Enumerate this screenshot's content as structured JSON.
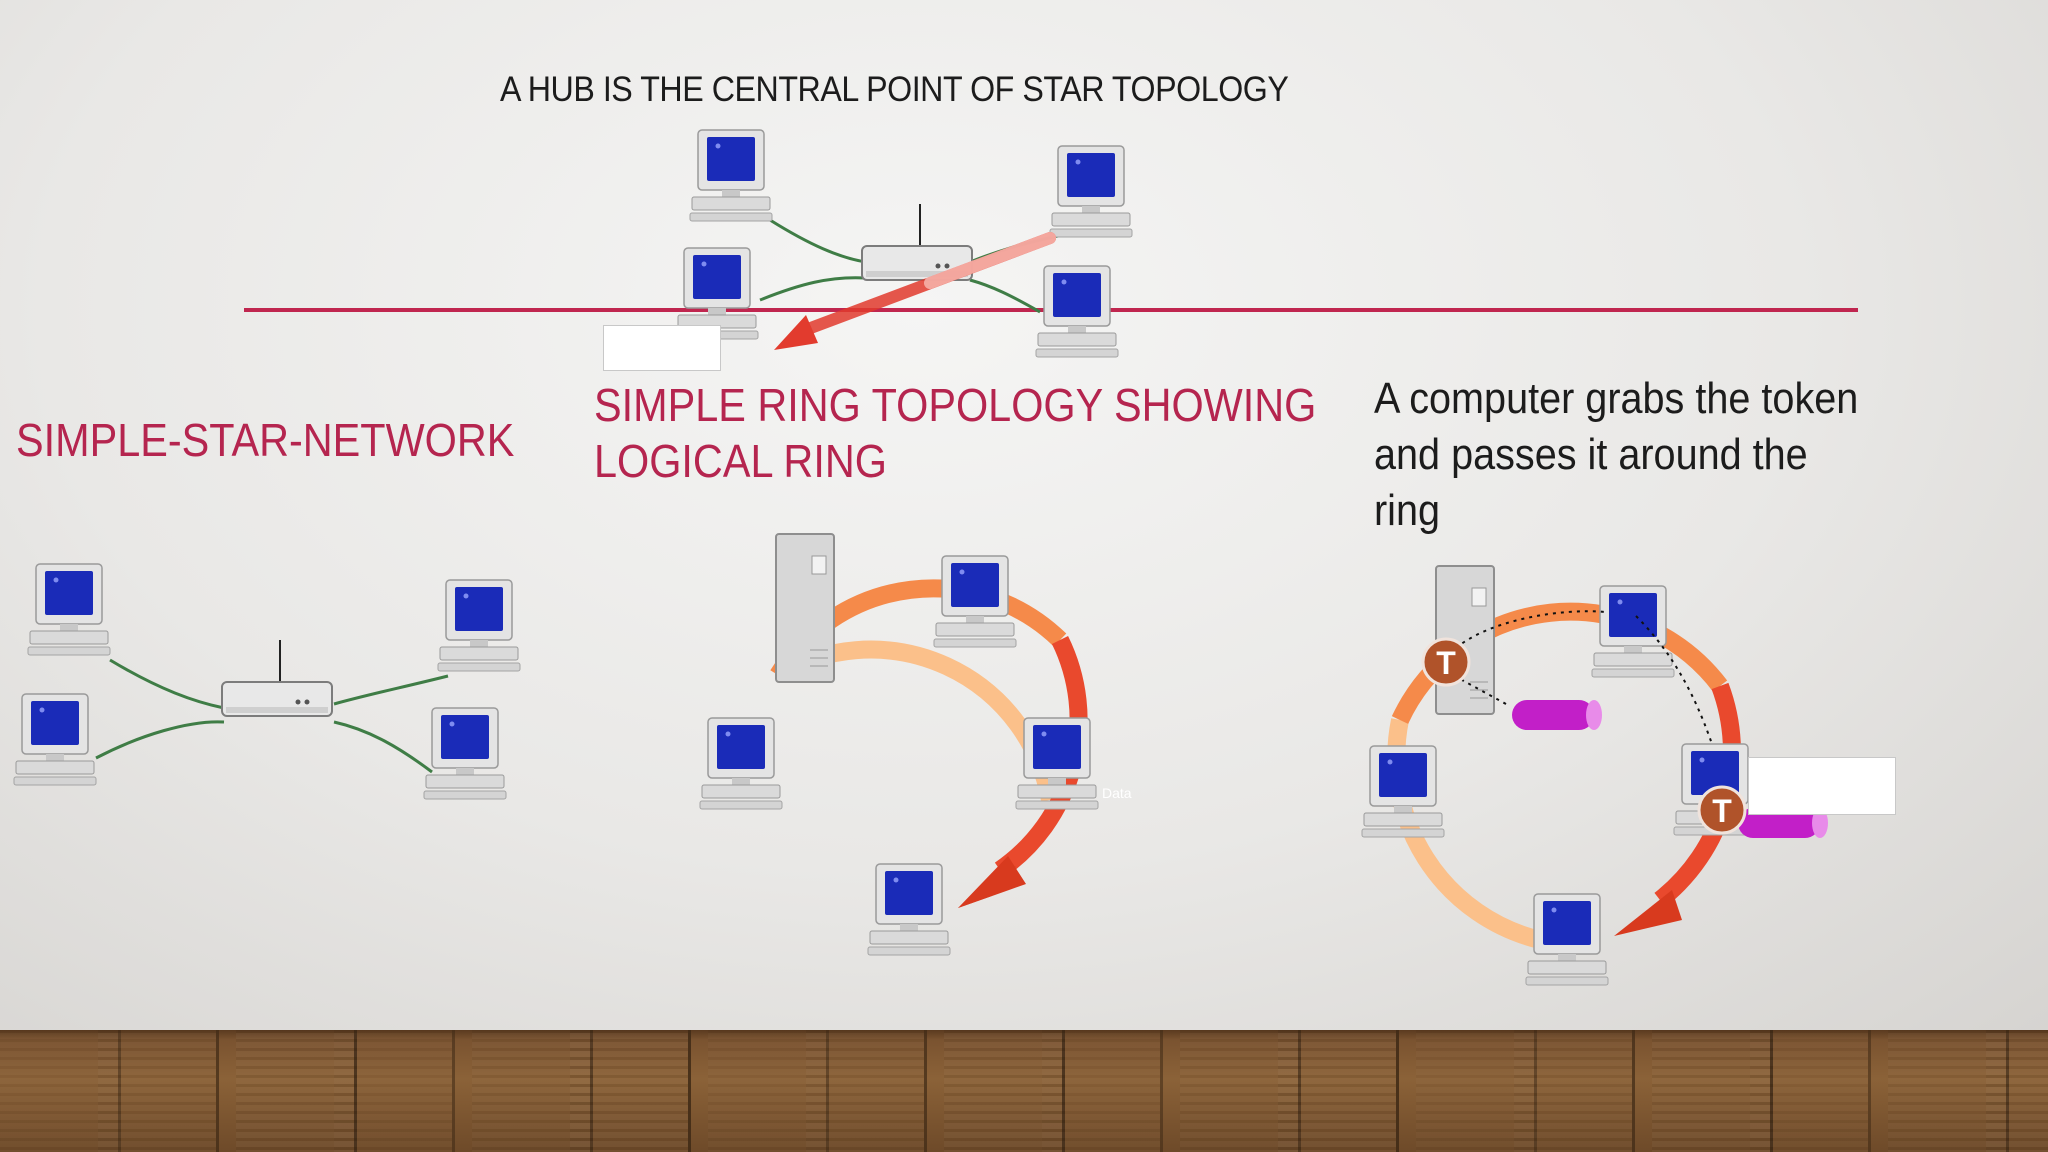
{
  "slide": {
    "top_title": "A HUB IS THE CENTRAL POINT OF STAR TOPOLOGY",
    "star_label": "SIMPLE-STAR-NETWORK",
    "ring_label_lines": [
      "SIMPLE RING TOPOLOGY SHOWING",
      "LOGICAL RING"
    ],
    "token_caption_lines": [
      "A computer grabs the token",
      "and passes it around the",
      "ring"
    ],
    "data_tag": "Data",
    "token_letter": "T"
  },
  "colors": {
    "label_accent": "#b5254f",
    "divider_line": "#c0264f",
    "ring_orange": "#f26b3a",
    "ring_light": "#fbc08a",
    "cable_green": "#3f7d46",
    "monitor_screen": "#1a2bb8",
    "token_circle": "#b0532a",
    "data_packet": "#c21fc8"
  },
  "icons": [
    "computer-icon",
    "hub-icon",
    "server-icon",
    "token-icon",
    "data-packet-icon",
    "arrow-icon"
  ]
}
